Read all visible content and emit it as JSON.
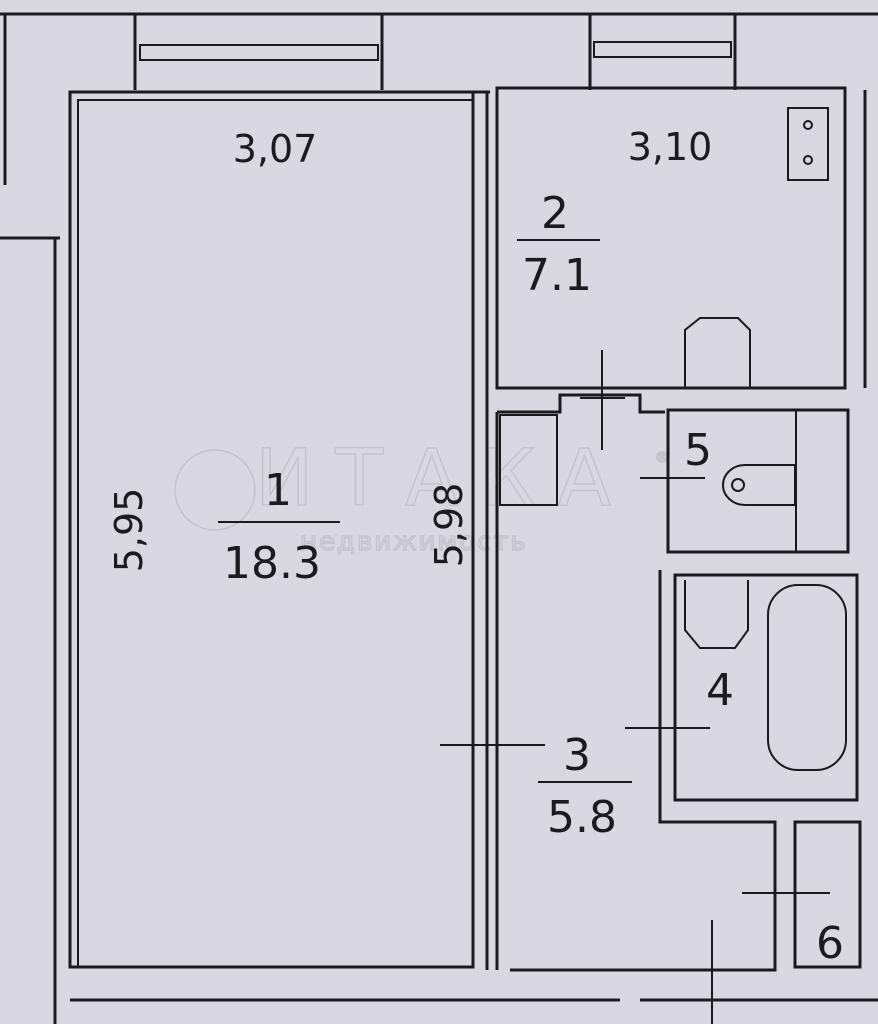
{
  "watermark": {
    "brand": "ИТАКА",
    "subtitle": "недвижимость",
    "mark": "®"
  },
  "rooms": [
    {
      "number": "1",
      "area": "18.3"
    },
    {
      "number": "2",
      "area": "7.1"
    },
    {
      "number": "3",
      "area": "5.8"
    },
    {
      "number": "4"
    },
    {
      "number": "5"
    },
    {
      "number": "6"
    }
  ],
  "dimensions": {
    "room1_width": "3,07",
    "room2_width": "3,10",
    "room1_length_left": "5,95",
    "room1_length_right": "5,98"
  }
}
